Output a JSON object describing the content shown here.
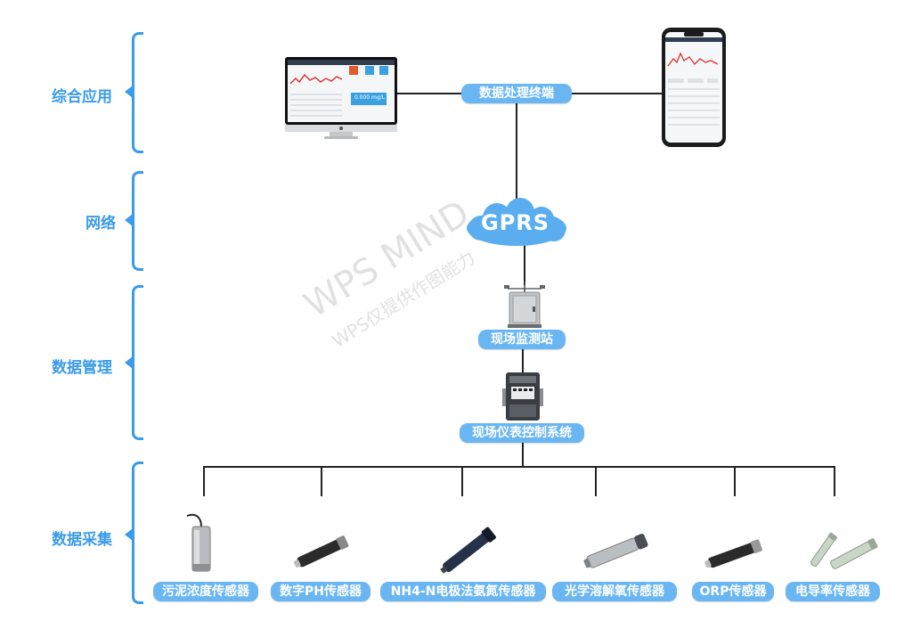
{
  "layers": [
    {
      "label": "综合应用"
    },
    {
      "label": "网络"
    },
    {
      "label": "数据管理"
    },
    {
      "label": "数据采集"
    }
  ],
  "nodes": {
    "terminal": "数据处理终端",
    "gprs": "GPRS",
    "station": "现场监测站",
    "control": "现场仪表控制系统"
  },
  "monitor": {
    "value": "0.000 mg/L"
  },
  "sensors": [
    {
      "label": "污泥浓度传感器"
    },
    {
      "label": "数字PH传感器"
    },
    {
      "label": "NH4-N电极法氨氮传感器"
    },
    {
      "label": "光学溶解氧传感器"
    },
    {
      "label": "ORP传感器"
    },
    {
      "label": "电导率传感器"
    }
  ],
  "watermark": {
    "line1": "WPS MIND",
    "line2": "WPS仅提供作图能力"
  },
  "colors": {
    "accent": "#3a9be8",
    "pill": "#6ab6f2",
    "line": "#222222"
  }
}
